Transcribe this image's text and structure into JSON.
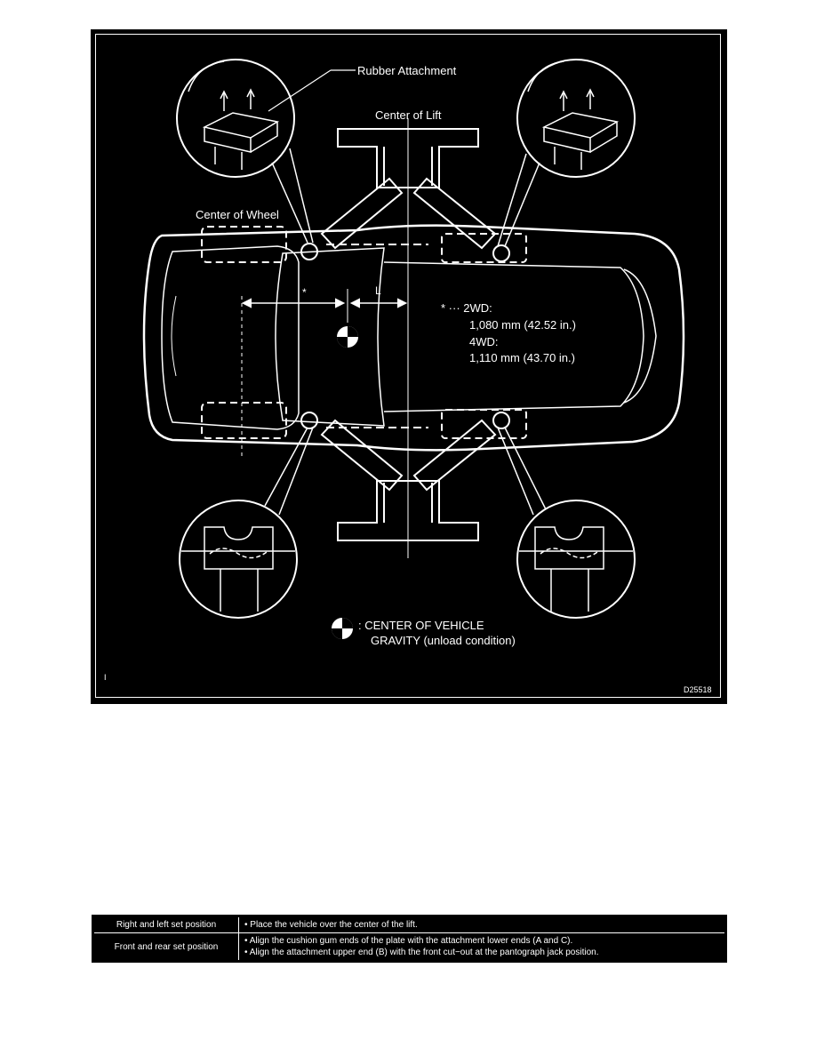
{
  "figure": {
    "labels": {
      "rubber_attachment": "Rubber Attachment",
      "center_of_lift": "Center of Lift",
      "center_of_wheel": "Center of Wheel",
      "star": "*",
      "dim_l": "L",
      "spec_prefix": "* ··· 2WD:",
      "spec_2wd_value": "1,080 mm (42.52 in.)",
      "spec_4wd_label": "4WD:",
      "spec_4wd_value": "1,110 mm (43.70 in.)",
      "cog_line1": ": CENTER OF VEHICLE",
      "cog_line2": "GRAVITY (unload condition)",
      "corner_mark": "I",
      "figure_id": "D25518"
    },
    "colors": {
      "background": "#000000",
      "ink": "#ffffff"
    }
  },
  "table": {
    "rows": [
      {
        "heading": "Right and left set position",
        "lines": [
          "• Place the vehicle over the center of the lift."
        ]
      },
      {
        "heading": "Front and rear set position",
        "lines": [
          "• Align the cushion gum ends of the plate with the attachment lower ends (A and C).",
          "• Align the attachment upper end (B) with the front cut−out at the pantograph jack position."
        ]
      }
    ]
  }
}
